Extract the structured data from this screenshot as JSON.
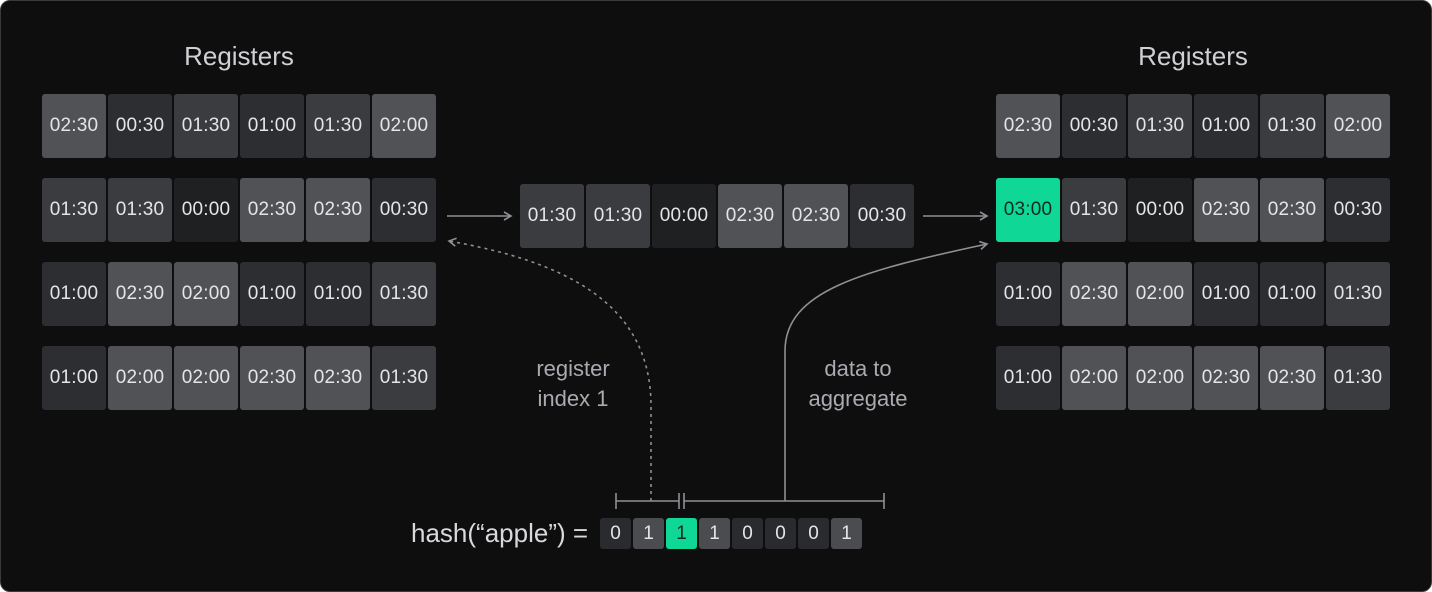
{
  "left_title": "Registers",
  "right_title": "Registers",
  "left_registers": [
    [
      "02:30",
      "00:30",
      "01:30",
      "01:00",
      "01:30",
      "02:00"
    ],
    [
      "01:30",
      "01:30",
      "00:00",
      "02:30",
      "02:30",
      "00:30"
    ],
    [
      "01:00",
      "02:30",
      "02:00",
      "01:00",
      "01:00",
      "01:30"
    ],
    [
      "01:00",
      "02:00",
      "02:00",
      "02:30",
      "02:30",
      "01:30"
    ]
  ],
  "middle_row": [
    "01:30",
    "01:30",
    "00:00",
    "02:30",
    "02:30",
    "00:30"
  ],
  "right_registers": [
    [
      "02:30",
      "00:30",
      "01:30",
      "01:00",
      "01:30",
      "02:00"
    ],
    [
      "03:00",
      "01:30",
      "00:00",
      "02:30",
      "02:30",
      "00:30"
    ],
    [
      "01:00",
      "02:30",
      "02:00",
      "01:00",
      "01:00",
      "01:30"
    ],
    [
      "01:00",
      "02:00",
      "02:00",
      "02:30",
      "02:30",
      "01:30"
    ]
  ],
  "label_register_line1": "register",
  "label_register_line2": "index 1",
  "label_data_line1": "data to",
  "label_data_line2": "aggregate",
  "hash_text": "hash(“apple”) =",
  "hash_bits": [
    "0",
    "1",
    "1",
    "1",
    "0",
    "0",
    "0",
    "1"
  ],
  "highlight_color": "#0fd796"
}
